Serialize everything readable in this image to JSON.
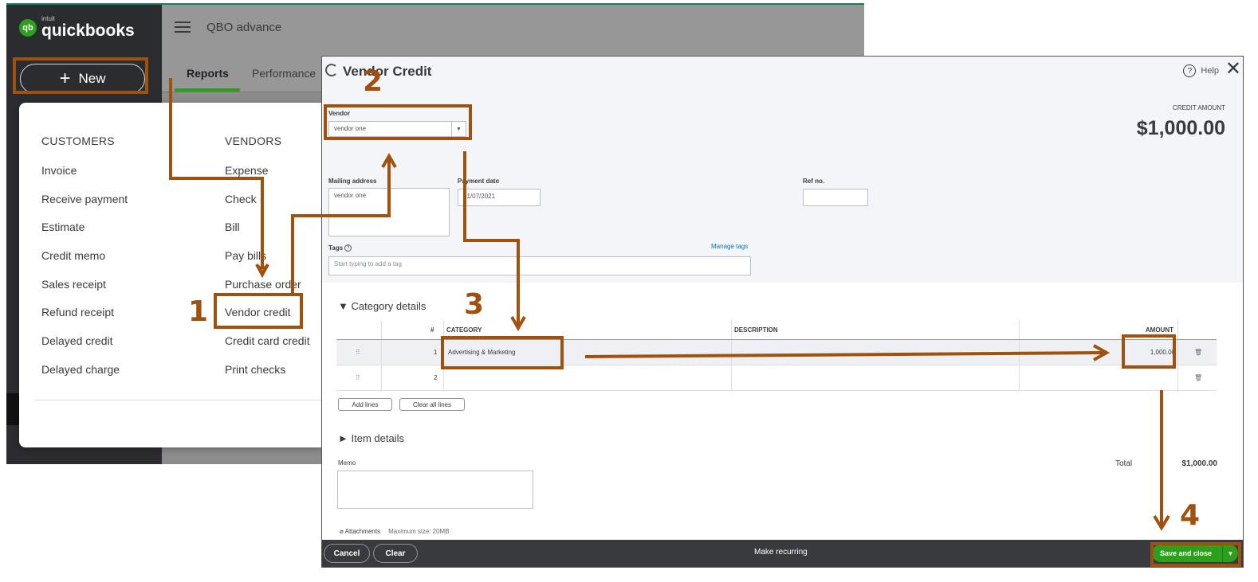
{
  "bg_app": {
    "logo_small": "intuit",
    "logo_name": "quickbooks",
    "logo_badge": "qb",
    "new_button": "New",
    "company": "QBO advance",
    "tabs": [
      "Reports",
      "Performance"
    ]
  },
  "new_menu": {
    "customers_title": "CUSTOMERS",
    "customers_items": [
      "Invoice",
      "Receive payment",
      "Estimate",
      "Credit memo",
      "Sales receipt",
      "Refund receipt",
      "Delayed credit",
      "Delayed charge"
    ],
    "vendors_title": "VENDORS",
    "vendors_items": [
      "Expense",
      "Check",
      "Bill",
      "Pay bills",
      "Purchase order",
      "Vendor credit",
      "Credit card credit",
      "Print checks"
    ]
  },
  "vendor_credit": {
    "title": "Vendor Credit",
    "help": "Help",
    "vendor_label": "Vendor",
    "vendor_value": "vendor one",
    "credit_amount_label": "CREDIT AMOUNT",
    "credit_amount": "$1,000.00",
    "mailing_address_label": "Mailing address",
    "mailing_address_value": "vendor one",
    "payment_date_label": "Payment date",
    "payment_date_value": "01/07/2021",
    "ref_label": "Ref no.",
    "tags_label": "Tags",
    "manage_tags": "Manage tags",
    "tags_placeholder": "Start typing to add a tag",
    "category_details": "Category details",
    "item_details": "Item details",
    "columns": {
      "num": "#",
      "category": "CATEGORY",
      "description": "DESCRIPTION",
      "amount": "AMOUNT"
    },
    "rows": [
      {
        "num": "1",
        "category": "Advertising & Marketing",
        "description": "",
        "amount": "1,000.00"
      },
      {
        "num": "2",
        "category": "",
        "description": "",
        "amount": ""
      }
    ],
    "add_lines": "Add lines",
    "clear_all_lines": "Clear all lines",
    "memo_label": "Memo",
    "total_label": "Total",
    "total_value": "$1,000.00",
    "attachments": "Attachments",
    "max_size": "Maximum size: 20MB",
    "cancel": "Cancel",
    "clear": "Clear",
    "make_recurring": "Make recurring",
    "save_close": "Save and close"
  },
  "annotations": {
    "step1": "1",
    "step2": "2",
    "step3": "3",
    "step4": "4",
    "color": "#a0510e"
  },
  "colors": {
    "brand_green": "#2ca01c",
    "sidebar": "#2b2c2f",
    "annotation": "#a0510e"
  }
}
